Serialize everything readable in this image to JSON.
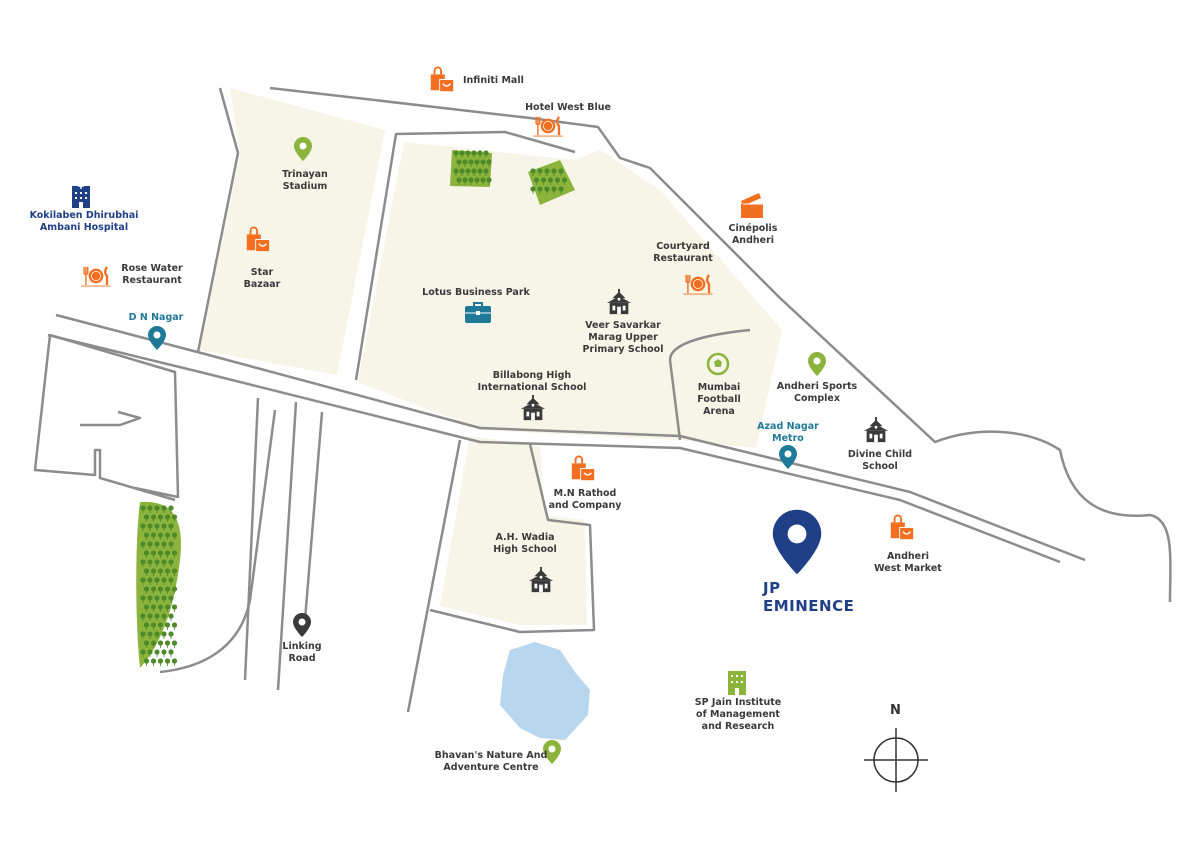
{
  "colors": {
    "land": "#f6f5e8",
    "road": "#8c8c8c",
    "orange": "#f26f21",
    "teal": "#1f7a99",
    "navy": "#1f3f86",
    "green": "#8cb43c",
    "dark": "#3a3a3a",
    "water": "#b9d6ef"
  },
  "pois": [
    {
      "name": "Infiniti Mall",
      "icon": "shopping-bag-icon"
    },
    {
      "name": "Hotel West Blue",
      "icon": "restaurant-icon"
    },
    {
      "name": [
        "Trinayan",
        "Stadium"
      ],
      "icon": "location-pin-icon"
    },
    {
      "name": [
        "Star",
        "Bazaar"
      ],
      "icon": "shopping-bag-icon"
    },
    {
      "name": [
        "Kokilaben Dhirubhai",
        "Ambani Hospital"
      ],
      "icon": "hospital-icon"
    },
    {
      "name": [
        "Rose Water",
        "Restaurant"
      ],
      "icon": "restaurant-icon"
    },
    {
      "name": "D N Nagar",
      "icon": "metro-pin-icon"
    },
    {
      "name": "Lotus Business Park",
      "icon": "briefcase-icon"
    },
    {
      "name": [
        "Veer Savarkar",
        "Marag Upper",
        "Primary School"
      ],
      "icon": "school-icon"
    },
    {
      "name": [
        "Courtyard",
        "Restaurant"
      ],
      "icon": "restaurant-icon"
    },
    {
      "name": [
        "Cinépolis",
        "Andheri"
      ],
      "icon": "clapperboard-icon"
    },
    {
      "name": [
        "Billabong High",
        "International School"
      ],
      "icon": "school-icon"
    },
    {
      "name": [
        "Mumbai",
        "Football",
        "Arena"
      ],
      "icon": "football-icon"
    },
    {
      "name": [
        "Andheri Sports",
        "Complex"
      ],
      "icon": "location-pin-icon"
    },
    {
      "name": [
        "Azad Nagar",
        "Metro"
      ],
      "icon": "metro-pin-icon"
    },
    {
      "name": [
        "Divine Child",
        "School"
      ],
      "icon": "school-icon"
    },
    {
      "name": [
        "M.N Rathod",
        "and Company"
      ],
      "icon": "shopping-bag-icon"
    },
    {
      "name": [
        "JP",
        "EMINENCE"
      ],
      "icon": "project-pin-icon"
    },
    {
      "name": [
        "Andheri",
        "West Market"
      ],
      "icon": "shopping-bag-icon"
    },
    {
      "name": [
        "A.H. Wadia",
        "High School"
      ],
      "icon": "school-icon"
    },
    {
      "name": [
        "Linking",
        "Road"
      ],
      "icon": "location-pin-icon"
    },
    {
      "name": [
        "SP Jain Institute",
        "of Management",
        "and Research"
      ],
      "icon": "building-icon"
    },
    {
      "name": [
        "Bhavan's Nature And",
        "Adventure Centre"
      ],
      "icon": "location-pin-icon"
    }
  ],
  "compass": {
    "label": "N"
  }
}
